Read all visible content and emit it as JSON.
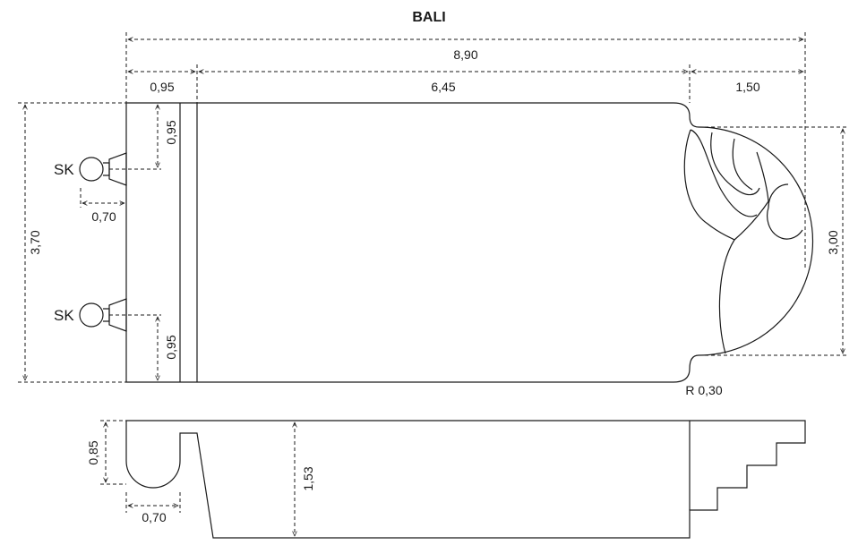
{
  "title": "BALI",
  "plan": {
    "dims": {
      "total_length": "8,90",
      "left_section": "0,95",
      "main_section": "6,45",
      "right_section": "1,50",
      "total_width": "3,70",
      "top_offset": "0,95",
      "bottom_offset": "0,95",
      "stair_width": "3,00",
      "skimmer_offset": "0,70",
      "corner_radius": "R 0,30"
    },
    "skimmer_labels": [
      "SK",
      "SK"
    ]
  },
  "section": {
    "dims": {
      "bench_depth": "0,85",
      "bench_width": "0,70",
      "pool_depth": "1,53"
    }
  }
}
